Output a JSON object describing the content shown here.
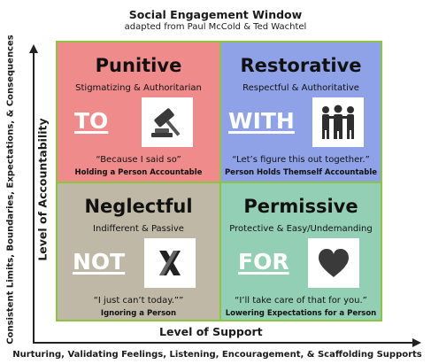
{
  "title": "Social Engagement Window",
  "subtitle": "adapted from Paul McCold & Ted Wachtel",
  "axes": {
    "y_outer": "Consistent Limits, Boundaries, Expectations, & Consequences",
    "y_inner": "Level of Accountability",
    "x_inner": "Level of Support",
    "x_outer": "Nurturing, Validating Feelings, Listening, Encouragement, & Scaffolding Supports"
  },
  "quadrants": {
    "punitive": {
      "title": "Punitive",
      "subtitle": "Stigmatizing & Authoritarian",
      "word": "TO",
      "quote": "“Because I said so”",
      "role": "Holding a Person Accountable",
      "icon": "gavel-icon",
      "color": "#f08b8b"
    },
    "restorative": {
      "title": "Restorative",
      "subtitle": "Respectful & Authoritative",
      "word": "WITH",
      "quote": "“Let’s figure this out together.”",
      "role": "Person Holds Themself Accountable",
      "icon": "people-group-icon",
      "color": "#8fa2e8"
    },
    "neglectful": {
      "title": "Neglectful",
      "subtitle": "Indifferent & Passive",
      "word": "NOT",
      "quote": "“I just can’t today.””",
      "role": "Ignoring a Person",
      "icon": "x-mark-icon",
      "color": "#bfb8a6"
    },
    "permissive": {
      "title": "Permissive",
      "subtitle": "Protective & Easy/Undemanding",
      "word": "FOR",
      "quote": "“I’ll take care of that for you.”",
      "role": "Lowering Expectations for a Person",
      "icon": "heart-icon",
      "color": "#93cfb5"
    }
  },
  "border_color": "#8cc63f"
}
